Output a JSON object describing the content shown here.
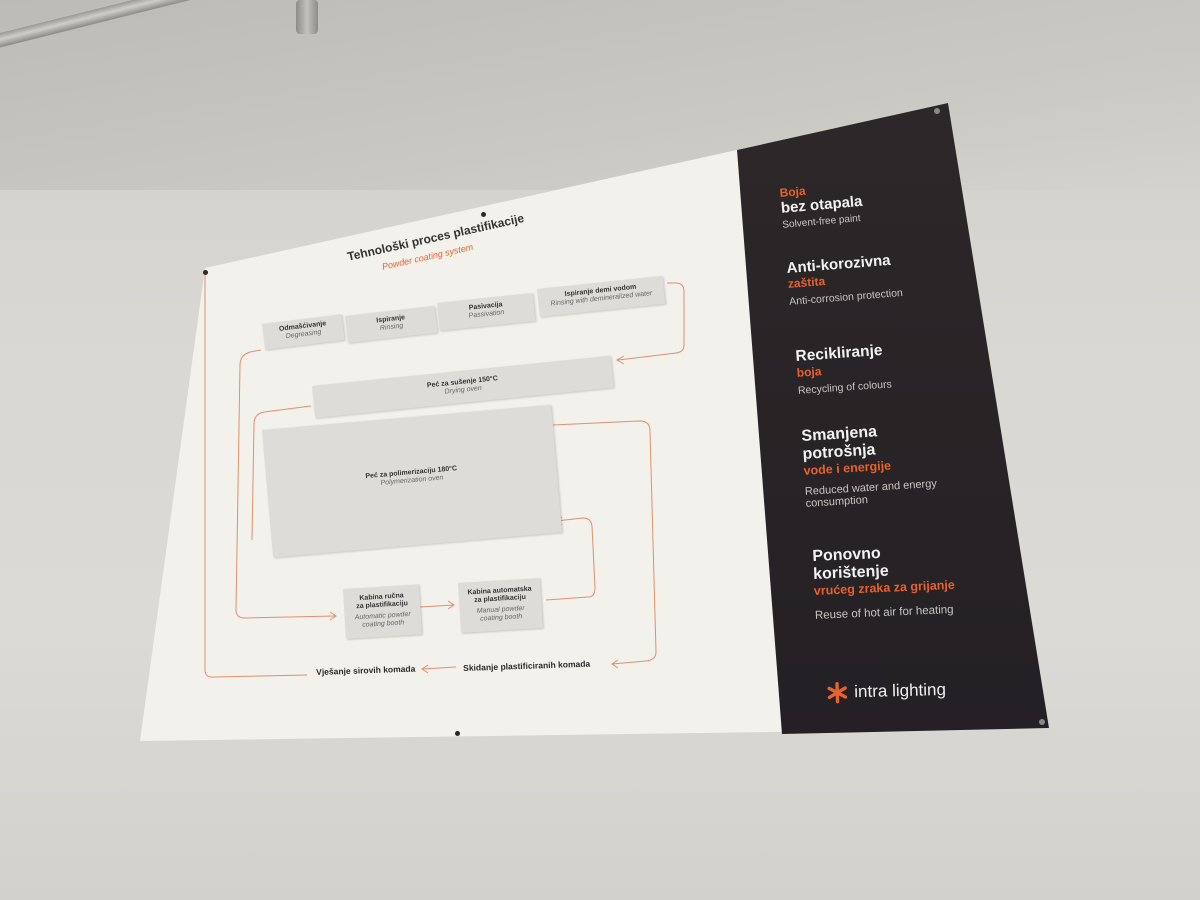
{
  "diagram": {
    "title": "Tehnološki proces plastifikacije",
    "subtitle": "Powder coating system",
    "steps": {
      "degreasing": {
        "label": "Odmašćivanje",
        "sub": "Degreasing"
      },
      "rinsing": {
        "label": "Ispiranje",
        "sub": "Rinsing"
      },
      "passivation": {
        "label": "Pasivacija",
        "sub": "Passivation"
      },
      "demi_rinsing": {
        "label": "Ispiranje demi vodom",
        "sub": "Rinsing with demineralized water"
      },
      "drying_oven": {
        "label": "Peć za sušenje 150°C",
        "sub": "Drying oven"
      },
      "polymerization_oven": {
        "label": "Peć za polimerizaciju 180°C",
        "sub": "Polymerization oven"
      },
      "manual_booth": {
        "label1": "Kabina ručna",
        "label2": "za plastifikaciju",
        "sub1": "Automatic powder",
        "sub2": "coating booth"
      },
      "auto_booth": {
        "label1": "Kabina automatska",
        "label2": "za plastifikaciju",
        "sub1": "Manual powder",
        "sub2": "coating booth"
      },
      "hanging": {
        "label": "Vješanje sirovih komada"
      },
      "unloading": {
        "label": "Skidanje plastificiranih komada"
      }
    }
  },
  "sidebar": {
    "items": [
      {
        "orange_top": "Boja",
        "white": "bez otapala",
        "grey": "Solvent-free paint"
      },
      {
        "white": "Anti-korozivna",
        "orange": "zaštita",
        "grey": "Anti-corrosion protection"
      },
      {
        "white": "Recikliranje",
        "orange": "boja",
        "grey": "Recycling of colours"
      },
      {
        "white1": "Smanjena",
        "white2": "potrošnja",
        "orange": "vode i energije",
        "grey1": "Reduced water and energy",
        "grey2": "consumption"
      },
      {
        "white1": "Ponovno",
        "white2": "korištenje",
        "orange": "vrućeg zraka za grijanje",
        "grey": "Reuse of hot air for heating"
      }
    ],
    "logo": "intra lighting"
  },
  "colors": {
    "accent": "#e8622c",
    "panel": "#262225",
    "board": "#f2f1ec"
  }
}
